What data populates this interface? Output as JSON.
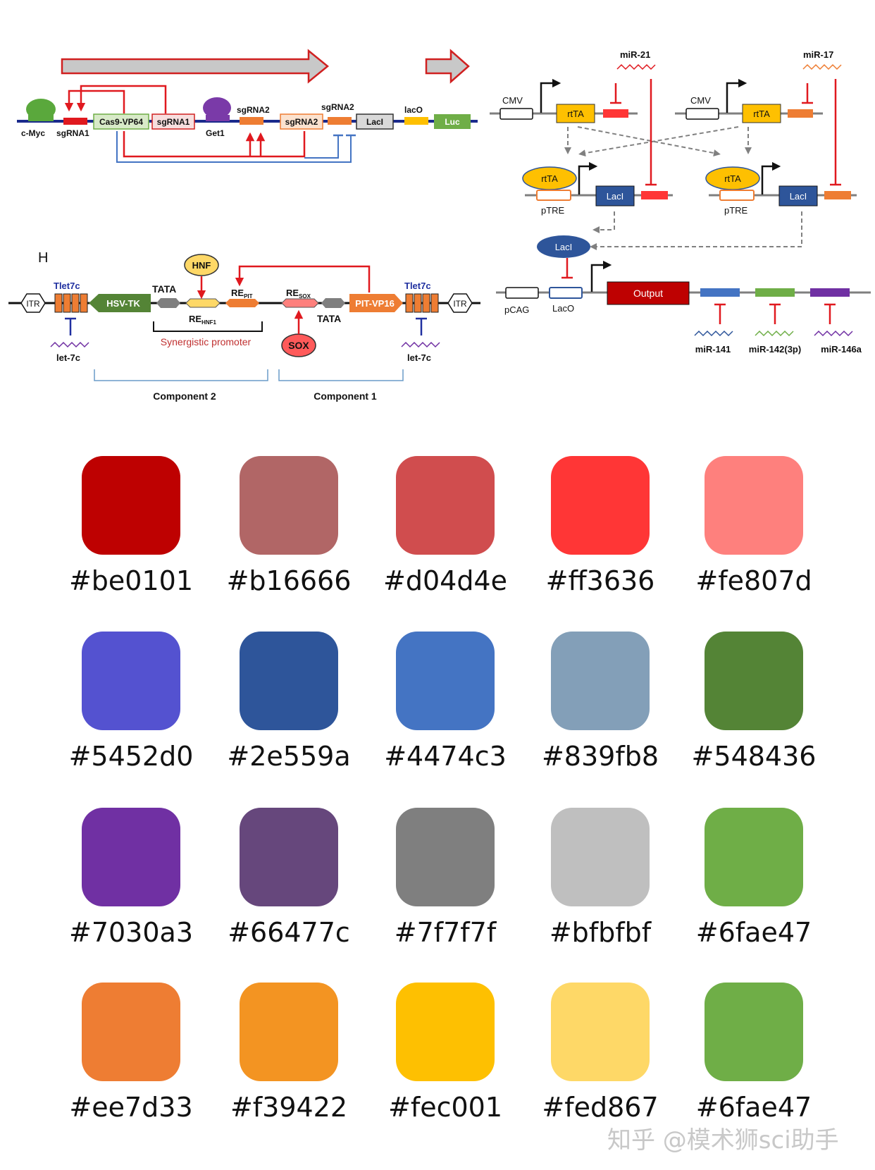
{
  "diagram": {
    "panel_a": {
      "labels": {
        "cmyc": "c-Myc",
        "sgrna1_a": "sgRNA1",
        "cas9": "Cas9-VP64",
        "sgrna1_b": "sgRNA1",
        "get1": "Get1",
        "sgrna2_top": "sgRNA2",
        "sgrna2_box": "sgRNA2",
        "sgrna2_top2": "sgRNA2",
        "laci": "LacI",
        "laco": "lacO",
        "luc": "Luc"
      }
    },
    "panel_h": {
      "title": "H",
      "labels": {
        "itr_left": "ITR",
        "tlet7c_left": "Tlet7c",
        "hsvtk": "HSV-TK",
        "tata_1": "TATA",
        "hnf": "HNF",
        "re_hnf1": "RE",
        "re_hnf1_sub": "HNF1",
        "re_pit": "RE",
        "re_pit_sub": "PIT",
        "re_sox": "RE",
        "re_sox_sub": "SOX",
        "tata_2": "TATA",
        "pit_vp16": "PIT-VP16",
        "tlet7c_right": "Tlet7c",
        "itr_right": "ITR",
        "let7c_left": "let-7c",
        "let7c_right": "let-7c",
        "sox": "SOX",
        "synergistic": "Synergistic promoter",
        "component2": "Component 2",
        "component1": "Component 1"
      }
    },
    "panel_c": {
      "labels": {
        "mir21": "miR-21",
        "mir17": "miR-17",
        "cmv_1": "CMV",
        "rtta_1": "rtTA",
        "cmv_2": "CMV",
        "rtta_2": "rtTA",
        "rtta_oval_1": "rtTA",
        "ptre_1": "pTRE",
        "laci_1": "LacI",
        "rtta_oval_2": "rtTA",
        "ptre_2": "pTRE",
        "laci_2": "LacI",
        "laci_oval": "LacI",
        "pcag": "pCAG",
        "laco": "LacO",
        "output": "Output",
        "mir141": "miR-141",
        "mir142": "miR-142(3p)",
        "mir146a": "miR-146a"
      }
    }
  },
  "palette": [
    {
      "hex": "#be0101",
      "label": "#be0101"
    },
    {
      "hex": "#b16666",
      "label": "#b16666"
    },
    {
      "hex": "#d04d4e",
      "label": "#d04d4e"
    },
    {
      "hex": "#ff3636",
      "label": "#ff3636"
    },
    {
      "hex": "#fe807d",
      "label": "#fe807d"
    },
    {
      "hex": "#5452d0",
      "label": "#5452d0"
    },
    {
      "hex": "#2e559a",
      "label": "#2e559a"
    },
    {
      "hex": "#4474c3",
      "label": "#4474c3"
    },
    {
      "hex": "#839fb8",
      "label": "#839fb8"
    },
    {
      "hex": "#548436",
      "label": "#548436"
    },
    {
      "hex": "#7030a3",
      "label": "#7030a3"
    },
    {
      "hex": "#66477c",
      "label": "#66477c"
    },
    {
      "hex": "#7f7f7f",
      "label": "#7f7f7f"
    },
    {
      "hex": "#bfbfbf",
      "label": "#bfbfbf"
    },
    {
      "hex": "#6fae47",
      "label": "#6fae47"
    },
    {
      "hex": "#ee7d33",
      "label": "#ee7d33"
    },
    {
      "hex": "#f39422",
      "label": "#f39422"
    },
    {
      "hex": "#fec001",
      "label": "#fec001"
    },
    {
      "hex": "#fed867",
      "label": "#fed867"
    },
    {
      "hex": "#6fae47",
      "label": "#6fae47"
    }
  ],
  "watermark": "知乎 @模术狮sci助手"
}
